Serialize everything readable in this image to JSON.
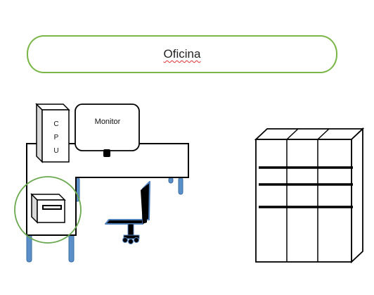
{
  "title": "Oficina",
  "monitor_label": "Monitor",
  "cpu_letters": [
    "C",
    "P",
    "U"
  ],
  "colors": {
    "outline": "#000000",
    "highlight_circle": "#6aa84f",
    "title_border": "#7ab648",
    "leg_blue": "#5b8fc7",
    "cpu_side": "#d9d9d9",
    "chair_blue": "#4f81bd"
  },
  "icons": [
    "desk",
    "cpu-tower",
    "monitor",
    "drawer-box",
    "office-chair",
    "cabinet"
  ]
}
